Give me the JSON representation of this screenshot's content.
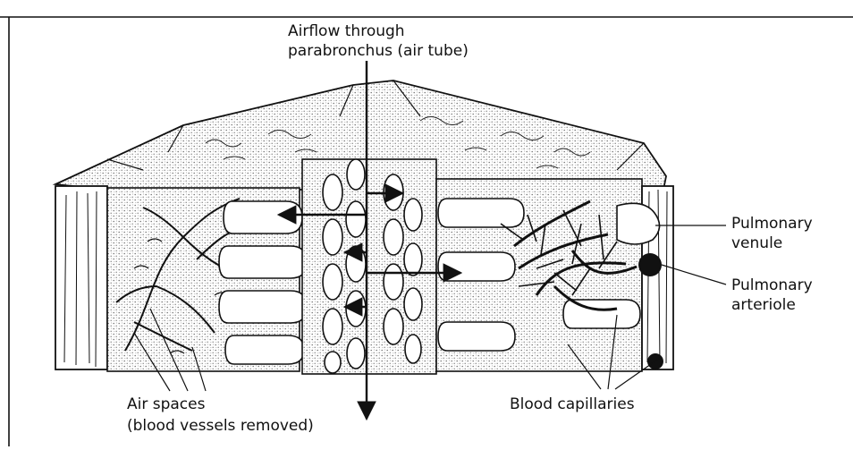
{
  "labels": {
    "header_fragment": "",
    "airflow_line1": "Airflow through",
    "airflow_line2": "parabronchus (air tube)",
    "venule_line1": "Pulmonary",
    "venule_line2": "venule",
    "arteriole_line1": "Pulmonary",
    "arteriole_line2": "arteriole",
    "air_spaces_line1": "Air spaces",
    "air_spaces_line2": "(blood vessels removed)",
    "capillaries": "Blood capillaries"
  },
  "colors": {
    "ink": "#111111",
    "paper": "#ffffff",
    "stipple": "#8a8a8a"
  }
}
